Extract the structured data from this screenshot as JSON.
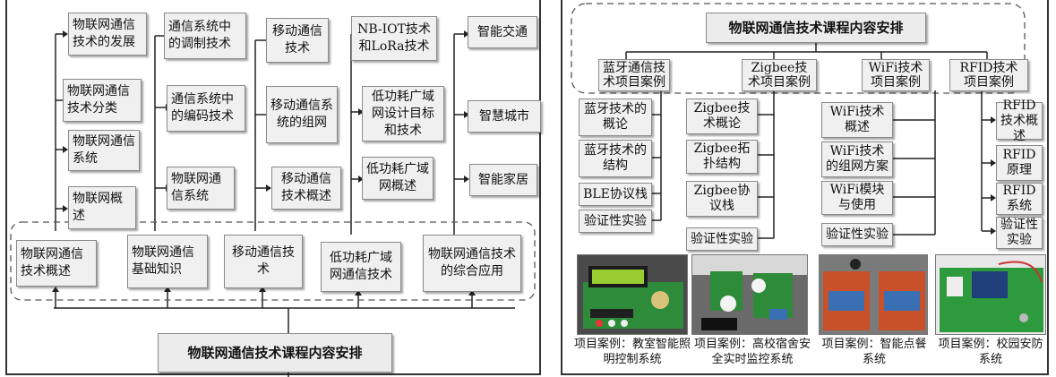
{
  "left": {
    "title": "物联网通信技术课程内容安排",
    "categories": [
      {
        "label": "物联网通信技术概述"
      },
      {
        "label": "物联网通信基础知识"
      },
      {
        "label": "移动通信技术"
      },
      {
        "label": "低功耗广域网通信技术"
      },
      {
        "label": "物联网通信技术的综合应用"
      }
    ],
    "col1": [
      "物联网通信技术的发展",
      "物联网通信技术分类",
      "物联网通信系统",
      "物联网概述"
    ],
    "col2": [
      "通信系统中的调制技术",
      "通信系统中的编码技术",
      "物联网通信系统"
    ],
    "col3": [
      "移动通信技术",
      "移动通信系统的组网",
      "移动通信技术概述"
    ],
    "col4": [
      "NB-IOT技术和LoRa技术",
      "低功耗广域网设计目标和技术",
      "低功耗广域网概述"
    ],
    "col5": [
      "智能交通",
      "智慧城市",
      "智能家居"
    ]
  },
  "right": {
    "title": "物联网通信技术课程内容安排",
    "categories": [
      {
        "label": "蓝牙通信技术项目案例"
      },
      {
        "label": "Zigbee技术项目案例"
      },
      {
        "label": "WiFi技术项目案例"
      },
      {
        "label": "RFID技术项目案例"
      }
    ],
    "bluetooth": [
      "蓝牙技术的概论",
      "蓝牙技术的结构",
      "BLE协议栈",
      "验证性实验"
    ],
    "zigbee": [
      "Zigbee技术概论",
      "Zigbee拓扑结构",
      "Zigbee协议栈",
      "验证性实验"
    ],
    "wifi": [
      "WiFi技术概述",
      "WiFi技术的组网方案",
      "WiFi模块与使用",
      "验证性实验"
    ],
    "rfid": [
      "RFID技术概述",
      "RFID原理",
      "RFID系统",
      "验证性实验"
    ],
    "captions": [
      "项目案例：教室智能照明控制系统",
      "项目案例：高校宿舍安全实时监控系统",
      "项目案例：智能点餐系统",
      "项目案例：校园安防系统"
    ]
  },
  "colors": {
    "box_fill": "#f0f0f0",
    "line": "#222222",
    "dash": "#555555",
    "pcb_green": "#2e8b3a",
    "lcd_blue": "#3b6fb3"
  }
}
